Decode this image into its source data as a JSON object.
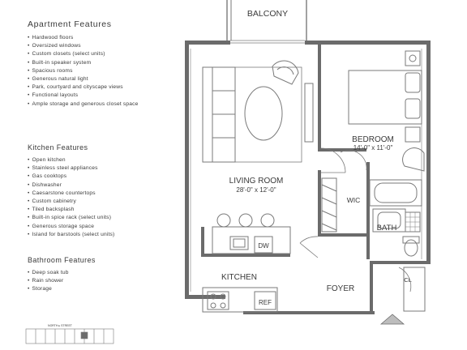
{
  "apartment_features": {
    "title": "Apartment Features",
    "items": [
      "Hardwood floors",
      "Oversized windows",
      "Custom closets (select units)",
      "Built-in speaker system",
      "Spacious rooms",
      "Generous natural light",
      "Park, courtyard and cityscape views",
      "Functional layouts",
      "Ample storage and generous closet space"
    ]
  },
  "kitchen_features": {
    "title": "Kitchen Features",
    "items": [
      "Open kitchen",
      "Stainless steel appliances",
      "Gas cooktops",
      "Dishwasher",
      "Caesarstone countertops",
      "Custom cabinetry",
      "Tiled backsplash",
      "Built-in spice rack (select units)",
      "Generous storage space",
      "Island for barstools (select units)"
    ]
  },
  "bathroom_features": {
    "title": "Bathroom Features",
    "items": [
      "Deep soak tub",
      "Rain shower",
      "Storage"
    ]
  },
  "floorplan": {
    "balcony": "BALCONY",
    "living_room": {
      "name": "LIVING ROOM",
      "dims": "28'-0\" x 12'-0\""
    },
    "bedroom": {
      "name": "BEDROOM",
      "dims": "14'-0\" x 11'-0\""
    },
    "wic": "WIC",
    "bath": "BATH",
    "dw": "DW",
    "kitchen": "KITCHEN",
    "foyer": "FOYER",
    "ref": "REF",
    "cl": "CL",
    "keyplan_street": "NORTH ▸ STREET"
  },
  "colors": {
    "wall": "#6b6b6b",
    "line": "#7a7a7a",
    "text": "#3a3a3a",
    "north_arrow": "#bdbdbd"
  }
}
